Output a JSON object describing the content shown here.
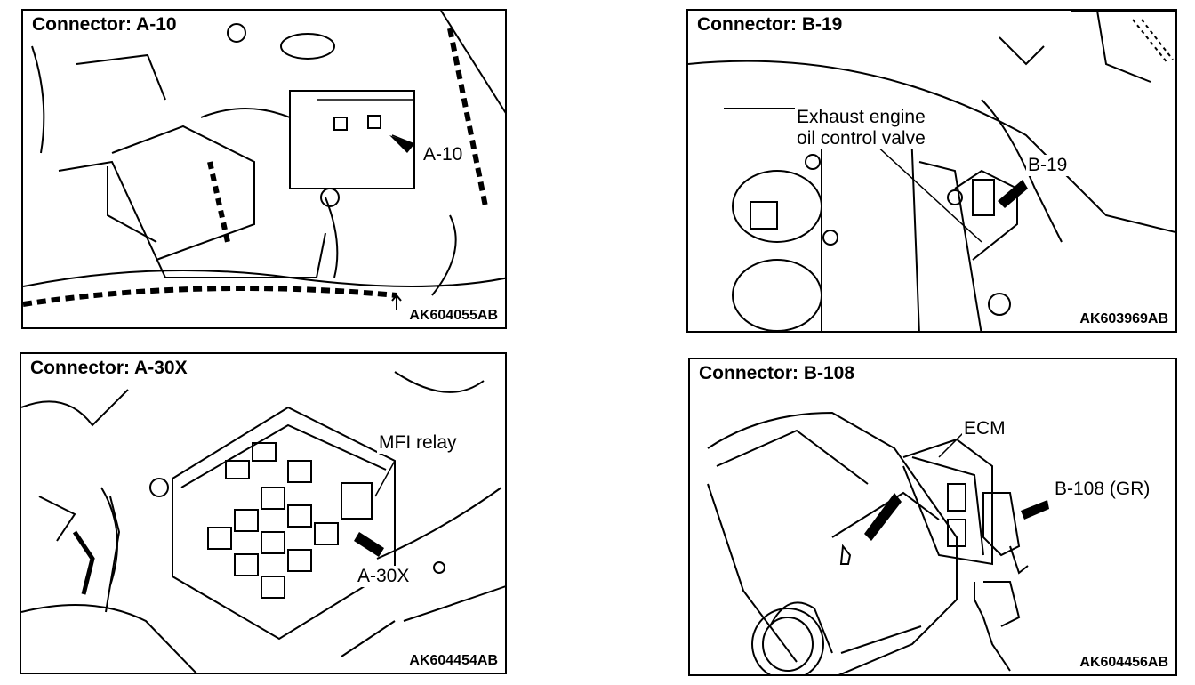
{
  "panels": [
    {
      "title": "Connector: A-10",
      "code": "AK604055AB",
      "labels": [
        "A-10"
      ]
    },
    {
      "title": "Connector: B-19",
      "code": "AK603969AB",
      "labels": [
        "Exhaust engine",
        "oil control valve",
        "B-19"
      ]
    },
    {
      "title": "Connector: A-30X",
      "code": "AK604454AB",
      "labels": [
        "MFI relay",
        "A-30X"
      ]
    },
    {
      "title": "Connector: B-108",
      "code": "AK604456AB",
      "labels": [
        "ECM",
        "B-108 (GR)"
      ]
    }
  ]
}
